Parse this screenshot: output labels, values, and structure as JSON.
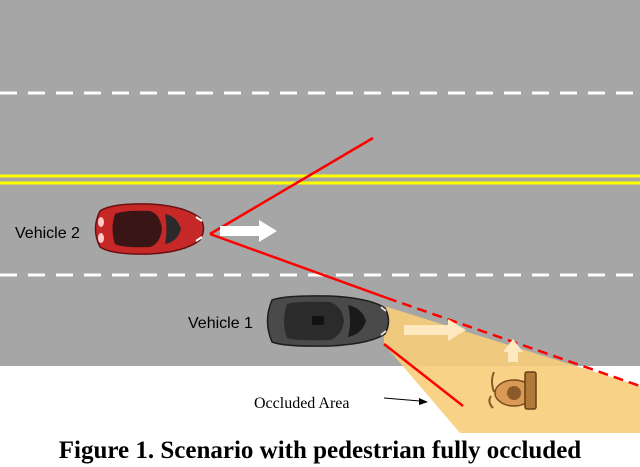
{
  "labels": {
    "vehicle_2": "Vehicle 2",
    "vehicle_1": "Vehicle 1",
    "occluded_area": "Occluded Area"
  },
  "caption": "Figure 1. Scenario with pedestrian fully occluded",
  "colors": {
    "road": "#a6a6a6",
    "lane_dash": "#ffffff",
    "center_line": "#ffff00",
    "vehicle_2_body": "#c62828",
    "vehicle_1_body": "#4a4a4a",
    "sight_line": "#ff0000",
    "occluded_fill": "#f7cd7a",
    "arrow": "#ffffff",
    "pedestrian": "#e8b06a"
  }
}
